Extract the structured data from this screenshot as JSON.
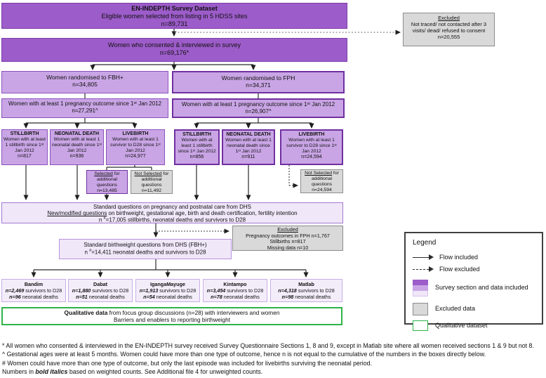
{
  "title_box": {
    "line1": "EN-INDEPTH Survey Dataset",
    "line2": "Eligible women selected from listing in 5 HDSS sites",
    "n": "n=89,731"
  },
  "consent_box": {
    "line1": "Women who consented & interviewed in survey",
    "n": "n=69,176*"
  },
  "excluded_top": {
    "title": "Excluded",
    "body": "Not traced/ not contacted after 3 visits/ dead/ refused to consent",
    "n": "n=20,555"
  },
  "arms": {
    "fbh": {
      "randomised_line1": "Women randomised to FBH+",
      "randomised_n": "n=34,805",
      "pregnancy_line1": "Women with at least 1 pregnancy outcome since 1ˢᵗ Jan 2012",
      "pregnancy_n": "n=27,291^"
    },
    "fph": {
      "randomised_line1": "Women randomised to FPH",
      "randomised_n": "n=34,371",
      "pregnancy_line1": "Women with at least 1 pregnancy outcome since 1ˢᵗ Jan 2012",
      "pregnancy_n": "n=26,907^"
    }
  },
  "outcomes": {
    "fbh_stillbirth": {
      "title": "STILLBIRTH",
      "body": "Women with at least 1 stillbirth since 1ˢᵗ Jan 2012",
      "n": "n=817"
    },
    "fbh_neonatal": {
      "title": "NEONATAL DEATH",
      "body": "Women with at least 1 neonatal death since 1ˢᵗ Jan 2012",
      "n": "n=936"
    },
    "fbh_livebirth": {
      "title": "LIVEBIRTH",
      "body": "Women with at least 1 survivor to D28 since 1ˢᵗ Jan 2012",
      "n": "n=24,977"
    },
    "fph_stillbirth": {
      "title": "STILLBIRTH",
      "body": "Women with at least 1 stillbirth since 1ˢᵗ Jan 2012",
      "n": "n=856"
    },
    "fph_neonatal": {
      "title": "NEONATAL DEATH",
      "body": "Women with at least 1 neonatal death since 1ˢᵗ Jan 2012",
      "n": "n=911"
    },
    "fph_livebirth": {
      "title": "LIVEBIRTH",
      "body": "Women with at least 1 survivor to D28 since 1ˢᵗ Jan 2012",
      "n": "n=24,594"
    }
  },
  "selected_box": {
    "u": "Selected",
    "rest": " for additional questions",
    "n": "n=13,485"
  },
  "not_selected_fbh": {
    "u": "Not Selected",
    "rest": " for additional questions",
    "n": "n=11,492"
  },
  "not_selected_fph": {
    "u": "Not Selected",
    "rest": " for additional questions",
    "n": "n=24,594"
  },
  "standard_questions": {
    "line1": "Standard questions on pregnancy and postnatal care from DHS",
    "u": "New/modified questions",
    "line2_rest": " on birthweight, gestational age, birth and death certification, fertility intention",
    "n_pre": "n ",
    "n_sup": "#",
    "n_rest": "=17,005 stillbirths, neonatal deaths and survivors to D28"
  },
  "excluded_fph": {
    "title": "Excluded",
    "line1": "Pregnancy outcomes in FPH n=1,767",
    "line2": "Stillbirths  n=817",
    "line3": "Missing data n=10"
  },
  "birthweight_box": {
    "line1": "Standard birthweight questions  from DHS (FBH+)",
    "n_pre": "n ",
    "n_sup": "#",
    "n_rest": "=14,411 neonatal deaths and survivors to D28"
  },
  "sites": [
    {
      "name": "Bandim",
      "surv_n": "n=2,469",
      "surv_rest": " survivors to D28",
      "nnd_n": "n=96",
      "nnd_rest": " neonatal deaths"
    },
    {
      "name": "Dabat",
      "surv_n": "n=1,880",
      "surv_rest": " survivors to D28",
      "nnd_n": "n=51",
      "nnd_rest": " neonatal deaths"
    },
    {
      "name": "IgangaMayuge",
      "surv_n": "n=1,913",
      "surv_rest": " survivors to D28",
      "nnd_n": "n=54",
      "nnd_rest": " neonatal deaths"
    },
    {
      "name": "Kintampo",
      "surv_n": "n=3,454",
      "surv_rest": " survivors to D28",
      "nnd_n": "n=78",
      "nnd_rest": " neonatal deaths"
    },
    {
      "name": "Matlab",
      "surv_n": "n=4,318",
      "surv_rest": " survivors to D28",
      "nnd_n": "n=98",
      "nnd_rest": " neonatal deaths"
    }
  ],
  "qualitative_box": {
    "bold": "Qualitative data",
    "rest": " from focus group discussions (n=28) with interviewers and women",
    "line2": "Barriers and enablers to reporting birthweight"
  },
  "legend": {
    "title": "Legend",
    "flow_included": "Flow included",
    "flow_excluded": "Flow excluded",
    "survey_section": "Survey section and data included",
    "excluded_data": "Excluded data",
    "qualitative": "Qualitative dataset"
  },
  "footnotes": {
    "f1": "* All women who consented & interviewed in the EN-INDEPTH survey received Survey Questionnaire Sections 1, 8 and 9, except in Matlab site where all women received sections 1 & 9 but not 8.",
    "f2": "^ Gestational ages were at least 5 months. Women could have more than one type of outcome, hence n is not equal to the cumulative of the numbers in the boxes directly below.",
    "f3": "# Women could have more than one type of outcome, but only the last episode was included for livebirths surviving the neonatal period.",
    "f4_pre": "Numbers in ",
    "f4_bold": "bold italics",
    "f4_rest": " based on weighted counts. See Additional file 4 for unweighted counts."
  },
  "colors": {
    "purple_dark": "#9c5cc9",
    "purple_mid": "#c9a5e5",
    "purple_light": "#f0e7f9",
    "purple_border": "#7030a0",
    "gray_fill": "#d9d9d9",
    "green_border": "#2db44a"
  }
}
